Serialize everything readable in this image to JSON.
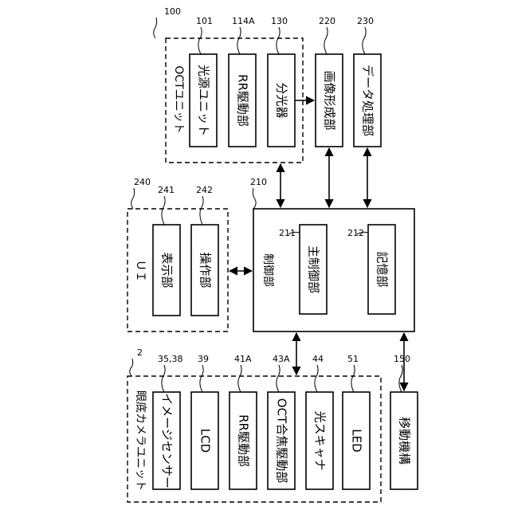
{
  "oct_unit": {
    "ref": "100",
    "title": "OCTユニット",
    "light_source": {
      "ref": "101",
      "label": "光源ユニット"
    },
    "rr_drive": {
      "ref": "114A",
      "label": "RR駆動部"
    },
    "splitter": {
      "ref": "130",
      "label": "分光器"
    }
  },
  "image_forming": {
    "ref": "220",
    "label": "画像形成部"
  },
  "data_processing": {
    "ref": "230",
    "label": "データ処理部"
  },
  "ui_group": {
    "ref": "240",
    "title": "ＵＩ",
    "display": {
      "ref": "241",
      "label": "表示部"
    },
    "operation": {
      "ref": "242",
      "label": "操作部"
    }
  },
  "control": {
    "ref": "210",
    "title": "制御部",
    "main_control": {
      "ref": "211",
      "label": "主制御部"
    },
    "storage": {
      "ref": "212",
      "label": "記憶部"
    }
  },
  "fundus_unit": {
    "ref": "2",
    "title": "眼底カメラユニット",
    "image_sensor": {
      "ref": "35,38",
      "label": "イメージセンサー"
    },
    "lcd": {
      "ref": "39",
      "label": "LCD"
    },
    "rr_drive": {
      "ref": "41A",
      "label": "RR駆動部"
    },
    "oct_focus": {
      "ref": "43A",
      "label": "OCT合焦駆動部"
    },
    "scanner": {
      "ref": "44",
      "label": "光スキャナ"
    },
    "led": {
      "ref": "51",
      "label": "LED"
    }
  },
  "movement": {
    "ref": "150",
    "label": "移動機構"
  }
}
